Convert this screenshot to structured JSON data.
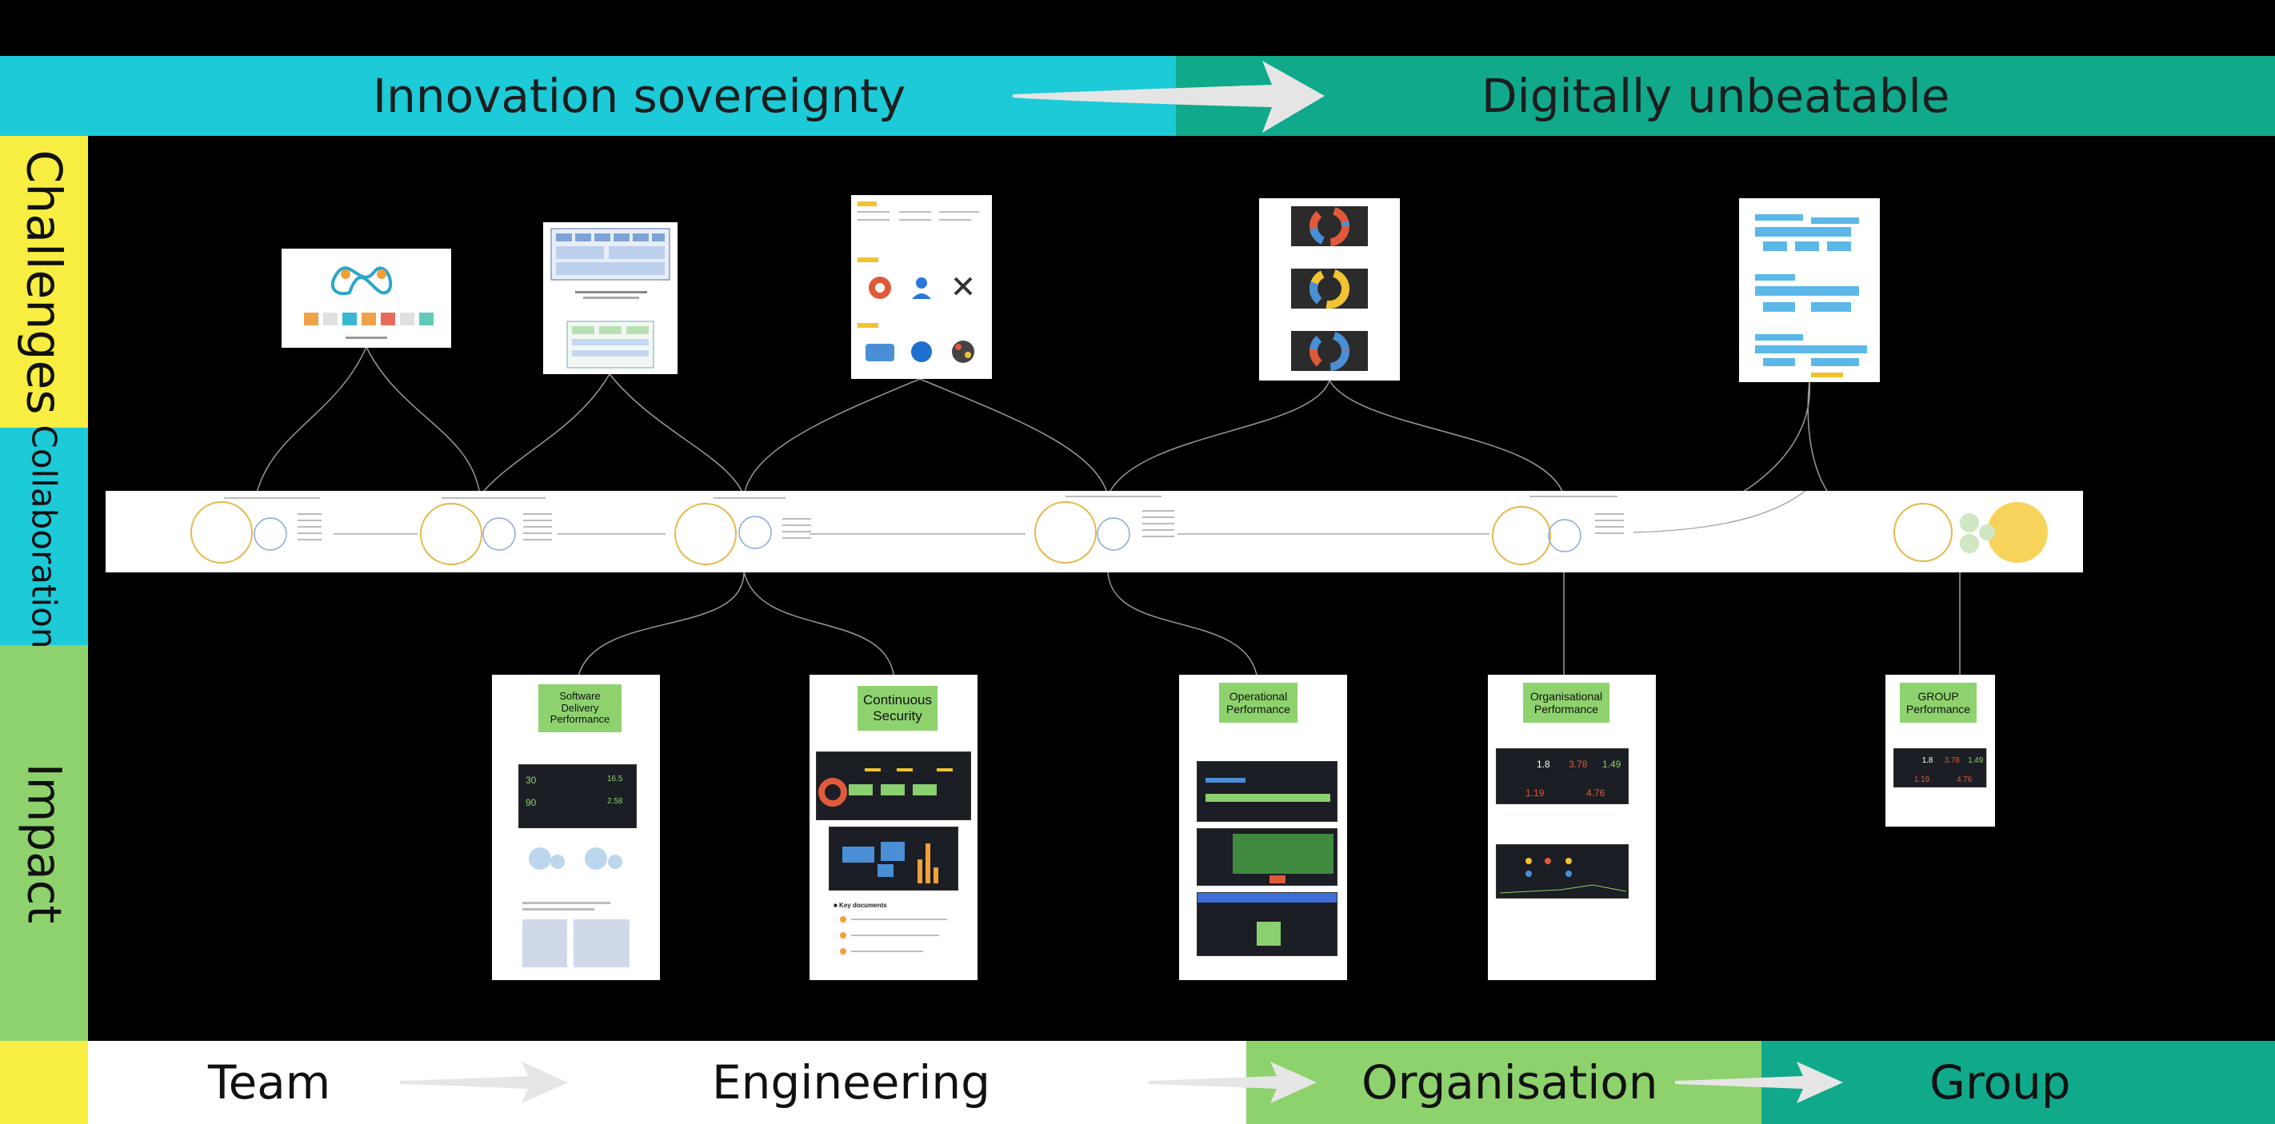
{
  "top_banner": {
    "left_label": "Innovation sovereignty",
    "right_label": "Digitally unbeatable",
    "left_color": "#1ccad8",
    "right_color": "#10a98b"
  },
  "rows": {
    "challenges": "Challenges",
    "collaboration": "Collaboration",
    "impact": "Impact",
    "challenges_color": "#f7ee41",
    "collaboration_color": "#1ccad8",
    "impact_color": "#8ed26e"
  },
  "impact_cards": [
    {
      "label": "Software\nDelivery\nPerformance"
    },
    {
      "label": "Continuous\nSecurity"
    },
    {
      "label": "Operational\nPerformance"
    },
    {
      "label": "Organisational\nPerformance"
    },
    {
      "label": "GROUP\nPerformance"
    }
  ],
  "dashboard_values": {
    "v1": "1.8",
    "v2": "3.78",
    "v3": "1.49",
    "v4": "1.19",
    "v5": "4.76"
  },
  "bottom_banner": {
    "team": "Team",
    "engineering": "Engineering",
    "organisation": "Organisation",
    "group": "Group",
    "organisation_color": "#8ed26e",
    "group_color": "#10a98b"
  }
}
